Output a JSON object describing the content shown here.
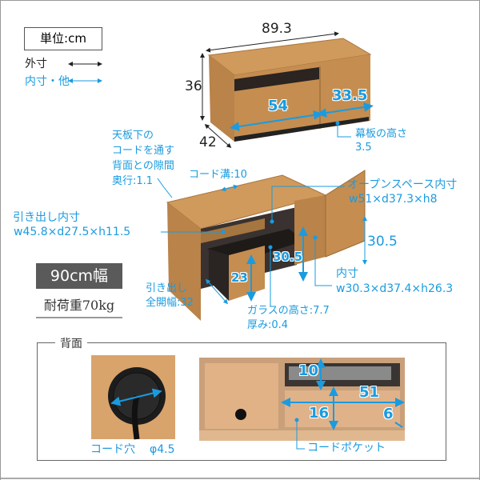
{
  "legend": {
    "unit": "単位:cm",
    "outer": "外寸",
    "inner": "内寸・他"
  },
  "colors": {
    "outer_dimension": "#222222",
    "inner_dimension": "#1a9be0",
    "wood": "#c8914f",
    "badge": "#5a5a5a"
  },
  "overview": {
    "width": "89.3",
    "height": "36",
    "depth": "42",
    "drawer_width": "54",
    "door_width": "33.5",
    "kickboard_label": "幕板の高さ",
    "kickboard_value": "3.5"
  },
  "detail": {
    "cable_gap": [
      "天板下の",
      "コードを通す",
      "背面との隙間",
      "奥行:1.1"
    ],
    "cord_groove": "コード溝:10",
    "drawer_inner": [
      "引き出し内寸",
      "w45.8×d27.5×h11.5"
    ],
    "open_space": [
      "オープンスペース内寸",
      "w51×d37.3×h8"
    ],
    "door_height": "30.5",
    "drawer_height": "30.5",
    "drawer_front": "23",
    "cabinet_inner": [
      "内寸",
      "w30.3×d37.4×h26.3"
    ],
    "glass": [
      "ガラスの高さ:7.7",
      "厚み:0.4"
    ],
    "drawer_extension": [
      "引き出し",
      "全開幅:32"
    ]
  },
  "badge": {
    "width": "90cm幅",
    "load": "耐荷重70kg"
  },
  "back": {
    "title": "背面",
    "cord_hole_label": "コード穴",
    "cord_hole_value": "φ4.5",
    "pocket_label": "コードポケット",
    "dim_10": "10",
    "dim_51": "51",
    "dim_16": "16",
    "dim_6": "6"
  }
}
